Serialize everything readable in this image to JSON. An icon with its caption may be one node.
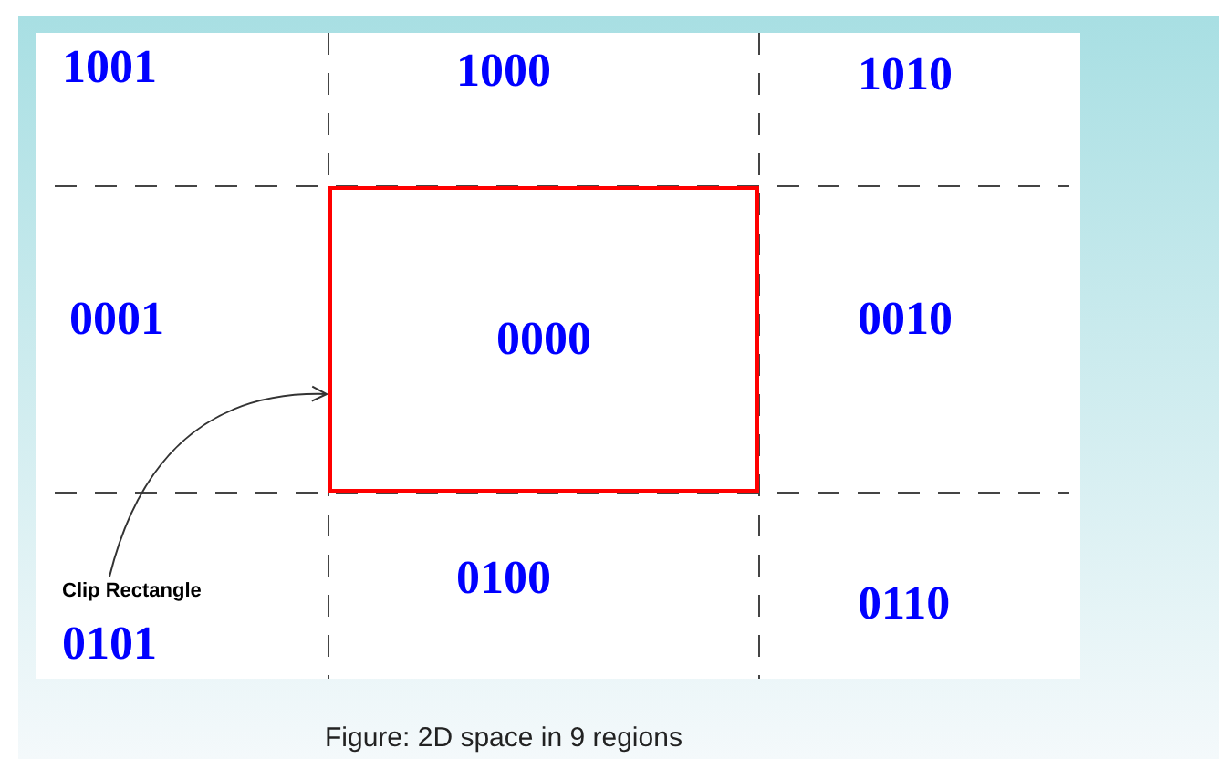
{
  "diagram": {
    "caption": "Figure: 2D space in 9 regions",
    "nodes": [
      {
        "text": [
          "0000"
        ]
      },
      {
        "text": [
          "Clip Rectangle"
        ]
      }
    ],
    "edges": [
      {
        "from": 1,
        "to": 0,
        "arrow": "to"
      }
    ],
    "labels": [
      "1001",
      "1000",
      "1010",
      "0001",
      "0010",
      "0100",
      "0110",
      "0101"
    ]
  }
}
